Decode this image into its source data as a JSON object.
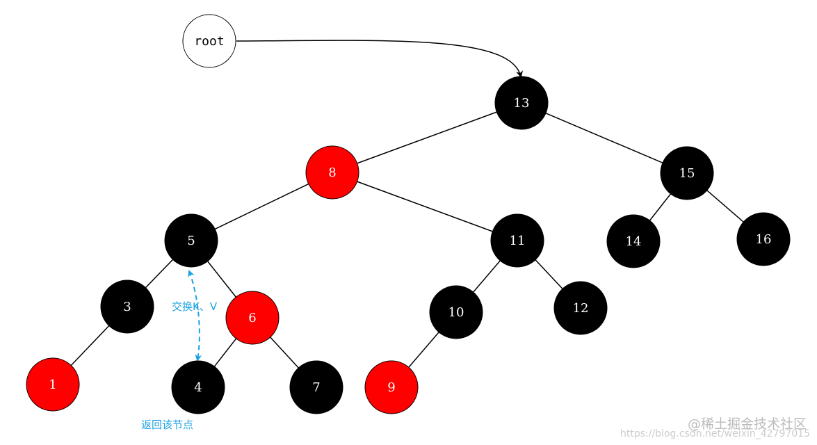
{
  "root_label": "root",
  "nodes": [
    {
      "id": "n13",
      "label": "13",
      "color": "black"
    },
    {
      "id": "n8",
      "label": "8",
      "color": "red"
    },
    {
      "id": "n15",
      "label": "15",
      "color": "black"
    },
    {
      "id": "n5",
      "label": "5",
      "color": "black"
    },
    {
      "id": "n11",
      "label": "11",
      "color": "black"
    },
    {
      "id": "n14",
      "label": "14",
      "color": "black"
    },
    {
      "id": "n16",
      "label": "16",
      "color": "black"
    },
    {
      "id": "n3",
      "label": "3",
      "color": "black"
    },
    {
      "id": "n6",
      "label": "6",
      "color": "red"
    },
    {
      "id": "n10",
      "label": "10",
      "color": "black"
    },
    {
      "id": "n12",
      "label": "12",
      "color": "black"
    },
    {
      "id": "n1",
      "label": "1",
      "color": "red"
    },
    {
      "id": "n4",
      "label": "4",
      "color": "black"
    },
    {
      "id": "n7",
      "label": "7",
      "color": "black"
    },
    {
      "id": "n9",
      "label": "9",
      "color": "red"
    }
  ],
  "edges": [
    [
      "n13",
      "n8"
    ],
    [
      "n13",
      "n15"
    ],
    [
      "n8",
      "n5"
    ],
    [
      "n8",
      "n11"
    ],
    [
      "n15",
      "n14"
    ],
    [
      "n15",
      "n16"
    ],
    [
      "n5",
      "n3"
    ],
    [
      "n5",
      "n6"
    ],
    [
      "n11",
      "n10"
    ],
    [
      "n11",
      "n12"
    ],
    [
      "n3",
      "n1"
    ],
    [
      "n6",
      "n4"
    ],
    [
      "n6",
      "n7"
    ],
    [
      "n10",
      "n9"
    ]
  ],
  "annotations": {
    "swap_label": "交换K、V",
    "return_label": "返回该节点"
  },
  "watermark": {
    "url": "https://blog.csdn.net/weixin_42797015",
    "brand": "@稀土掘金技术社区"
  },
  "colors": {
    "red_node": "#ff0000",
    "black_node": "#000000",
    "annotation": "#1ba1e2",
    "watermark": "#c8c8c8"
  }
}
